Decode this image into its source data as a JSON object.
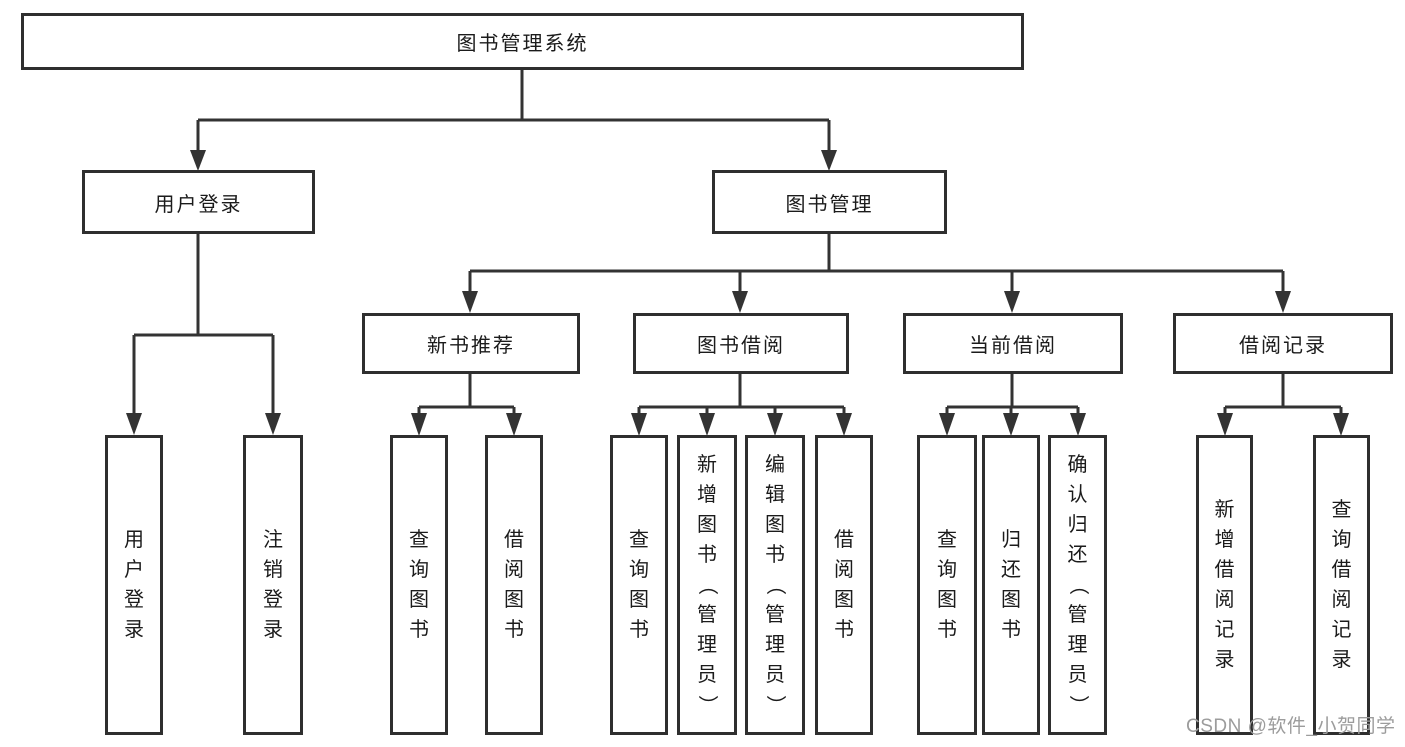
{
  "tree": {
    "label": "图书管理系统",
    "children": [
      {
        "label": "用户登录",
        "children": [
          {
            "label": "用户登录"
          },
          {
            "label": "注销登录"
          }
        ]
      },
      {
        "label": "图书管理",
        "children": [
          {
            "label": "新书推荐",
            "children": [
              {
                "label": "查询图书"
              },
              {
                "label": "借阅图书"
              }
            ]
          },
          {
            "label": "图书借阅",
            "children": [
              {
                "label": "查询图书"
              },
              {
                "label": "新增图书（管理员）"
              },
              {
                "label": "编辑图书（管理员）"
              },
              {
                "label": "借阅图书"
              }
            ]
          },
          {
            "label": "当前借阅",
            "children": [
              {
                "label": "查询图书"
              },
              {
                "label": "归还图书"
              },
              {
                "label": "确认归还（管理员）"
              }
            ]
          },
          {
            "label": "借阅记录",
            "children": [
              {
                "label": "新增借阅记录"
              },
              {
                "label": "查询借阅记录"
              }
            ]
          }
        ]
      }
    ]
  },
  "watermark": {
    "text": "CSDN @软件_小贺同学"
  },
  "colors": {
    "line": "#333333",
    "node_border": "#2f2f2f",
    "text": "#1b1b1b",
    "watermark": "#9c9c9c",
    "background": "#ffffff"
  }
}
